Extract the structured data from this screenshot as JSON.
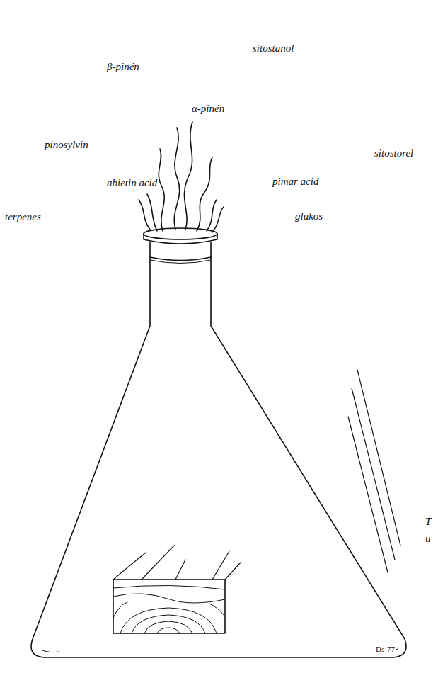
{
  "diagram": {
    "labels": [
      "β-pinén",
      "sitostanol",
      "α-pinén",
      "pinosylvin",
      "sitostorel",
      "abietin acid",
      "pimar acid",
      "terpenes",
      "glukos",
      "Ds-77",
      "T",
      "u"
    ]
  }
}
